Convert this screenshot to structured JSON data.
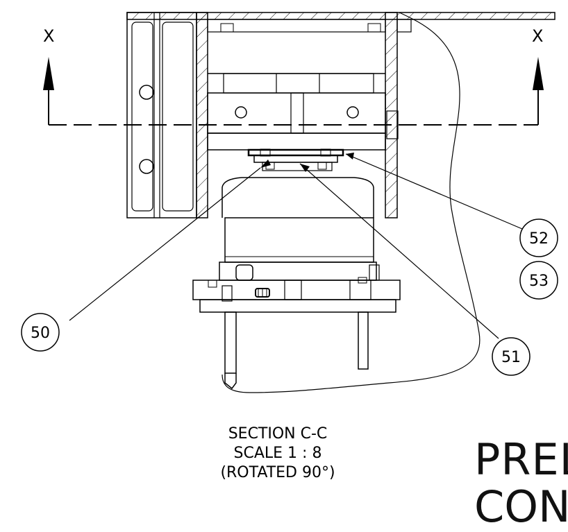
{
  "section_marker": {
    "left_label": "X",
    "right_label": "X"
  },
  "balloons": [
    {
      "id": "50",
      "label": "50"
    },
    {
      "id": "51",
      "label": "51"
    },
    {
      "id": "52",
      "label": "52"
    },
    {
      "id": "53",
      "label": "53"
    }
  ],
  "caption": {
    "line1": "SECTION C-C",
    "line2": "SCALE 1 : 8",
    "line3": "(ROTATED 90°)"
  },
  "stamp": {
    "line1": "PREL",
    "line2": "CON"
  },
  "colors": {
    "line": "#000000",
    "background": "#ffffff"
  }
}
